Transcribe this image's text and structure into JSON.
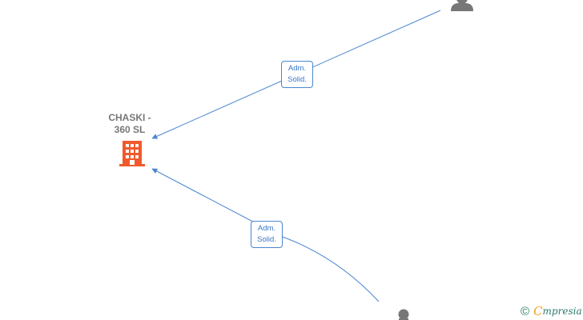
{
  "company": {
    "name": "CHASKI -\n360  SL",
    "icon": "building-icon",
    "color": "#f05a2a"
  },
  "relations": [
    {
      "label_line1": "Adm.",
      "label_line2": "Solid.",
      "from": "person-top",
      "to": "company"
    },
    {
      "label_line1": "Adm.",
      "label_line2": "Solid.",
      "from": "person-bottom",
      "to": "company"
    }
  ],
  "people": [
    {
      "id": "person-top",
      "icon": "person-icon"
    },
    {
      "id": "person-bottom",
      "icon": "person-icon"
    }
  ],
  "colors": {
    "edge": "#4a86d0",
    "person": "#777777"
  },
  "watermark": {
    "copyright_symbol": "©",
    "brand_first": "C",
    "brand_rest": "mpresia"
  }
}
